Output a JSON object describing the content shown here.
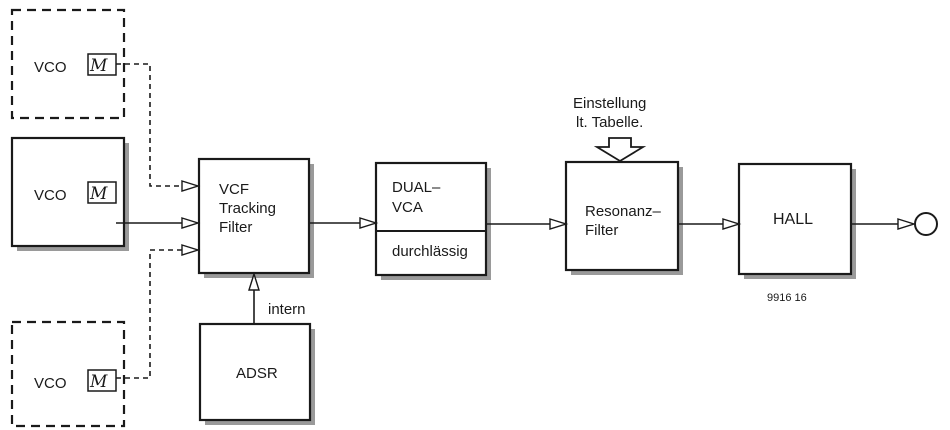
{
  "vco_top": {
    "label": "VCO",
    "symbol": "Μ"
  },
  "vco_mid": {
    "label": "VCO",
    "symbol": "Μ"
  },
  "vco_bottom": {
    "label": "VCO",
    "symbol": "Μ"
  },
  "vcf": {
    "line1": "VCF",
    "line2": "Tracking",
    "line3": "Filter"
  },
  "adsr": {
    "label": "ADSR",
    "link_label": "intern"
  },
  "vca": {
    "line1": "DUAL–",
    "line2": "VCA",
    "line3": "durchlässig"
  },
  "resonanz": {
    "line1": "Resonanz–",
    "line2": "Filter"
  },
  "setting": {
    "line1": "Einstellung",
    "line2": "lt. Tabelle."
  },
  "hall": {
    "label": "HALL"
  },
  "figure_number": "9916 16"
}
